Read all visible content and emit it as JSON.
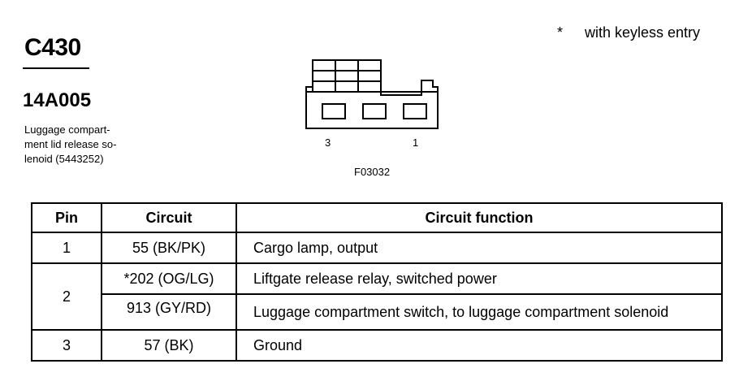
{
  "connector": {
    "id": "C430",
    "part_number": "14A005",
    "description": "Luggage compart-\nment lid release so-\nlenoid (5443252)",
    "footnote_symbol": "*",
    "footnote_text": "with keyless entry"
  },
  "figure": {
    "pin_label_3": "3",
    "pin_label_1": "1",
    "id": "F03032"
  },
  "table": {
    "headers": {
      "pin": "Pin",
      "circuit": "Circuit",
      "function": "Circuit function"
    },
    "rows": [
      {
        "pin": "1",
        "circuit": "55 (BK/PK)",
        "function": "Cargo lamp, output"
      },
      {
        "pin": "2",
        "circuit": "*202 (OG/LG)",
        "function": "Liftgate release relay, switched power"
      },
      {
        "pin": "",
        "circuit": "913 (GY/RD)",
        "function": "Luggage compartment switch, to luggage compartment solenoid"
      },
      {
        "pin": "3",
        "circuit": "57 (BK)",
        "function": "Ground"
      }
    ]
  }
}
